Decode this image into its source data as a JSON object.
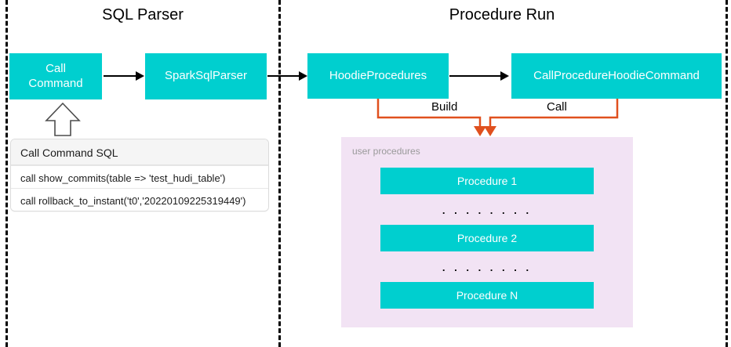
{
  "sections": [
    {
      "title": "SQL Parser"
    },
    {
      "title": "Procedure Run"
    }
  ],
  "nodes": {
    "call_command": "Call\nCommand",
    "call_command_line1": "Call",
    "call_command_line2": "Command",
    "spark_sql_parser": "SparkSqlParser",
    "hoodie_procedures": "HoodieProcedures",
    "call_procedure_hoodie_command": "CallProcedureHoodieCommand"
  },
  "connectors": {
    "build_label": "Build",
    "call_label": "Call"
  },
  "sql_card": {
    "header": "Call Command SQL",
    "rows": [
      "call show_commits(table => 'test_hudi_table')",
      "call rollback_to_instant('t0','20220109225319449')"
    ]
  },
  "user_procedures_panel": {
    "label": "user procedures",
    "procedures": [
      "Procedure 1",
      "Procedure 2",
      "Procedure N"
    ],
    "ellipsis": ". . . . . . . ."
  },
  "colors": {
    "teal": "#00CFCF",
    "panel_purple": "#F2E3F4",
    "connector_orange": "#E0501E",
    "arrow_black": "#000000",
    "card_header_grey": "#F5F5F5"
  }
}
